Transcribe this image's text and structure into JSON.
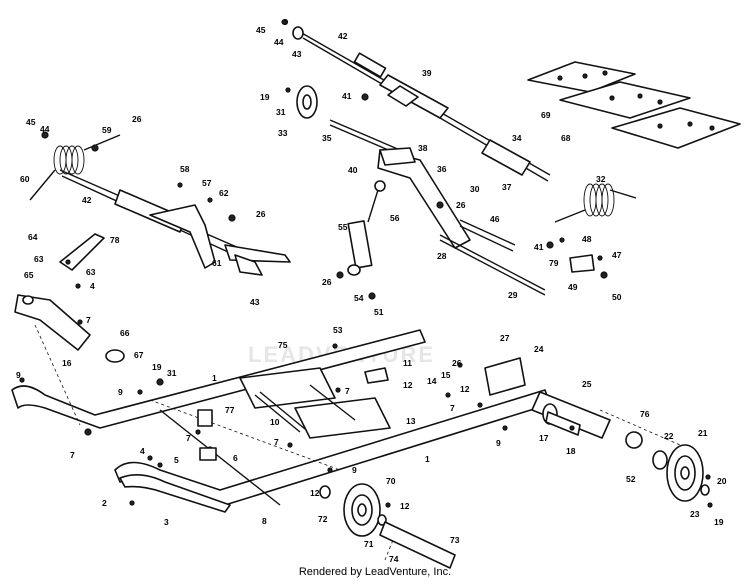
{
  "watermark": "LEADVENTURE",
  "credit": "Rendered by LeadVenture, Inc.",
  "callouts": {
    "n1": "1",
    "n2": "2",
    "n3": "3",
    "n4": "4",
    "n5": "5",
    "n6": "6",
    "n7": "7",
    "n8": "8",
    "n9": "9",
    "n10": "10",
    "n11": "11",
    "n12": "12",
    "n13": "13",
    "n14": "14",
    "n15": "15",
    "n16": "16",
    "n17": "17",
    "n18": "18",
    "n19": "19",
    "n20": "20",
    "n21": "21",
    "n22": "22",
    "n23": "23",
    "n24": "24",
    "n25": "25",
    "n26": "26",
    "n27": "27",
    "n28": "28",
    "n29": "29",
    "n30": "30",
    "n31": "31",
    "n32": "32",
    "n33": "33",
    "n34": "34",
    "n35": "35",
    "n36": "36",
    "n37": "37",
    "n38": "38",
    "n39": "39",
    "n40": "40",
    "n41": "41",
    "n42": "42",
    "n43": "43",
    "n44": "44",
    "n45": "45",
    "n46": "46",
    "n47": "47",
    "n48": "48",
    "n49": "49",
    "n50": "50",
    "n51": "51",
    "n52": "52",
    "n53": "53",
    "n54": "54",
    "n55": "55",
    "n56": "56",
    "n57": "57",
    "n58": "58",
    "n59": "59",
    "n60": "60",
    "n61": "61",
    "n62": "62",
    "n63": "63",
    "n64": "64",
    "n65": "65",
    "n66": "66",
    "n67": "67",
    "n68": "68",
    "n69": "69",
    "n70": "70",
    "n71": "71",
    "n72": "72",
    "n73": "73",
    "n74": "74",
    "n75": "75",
    "n76": "76",
    "n77": "77",
    "n78": "78",
    "n79": "79"
  }
}
